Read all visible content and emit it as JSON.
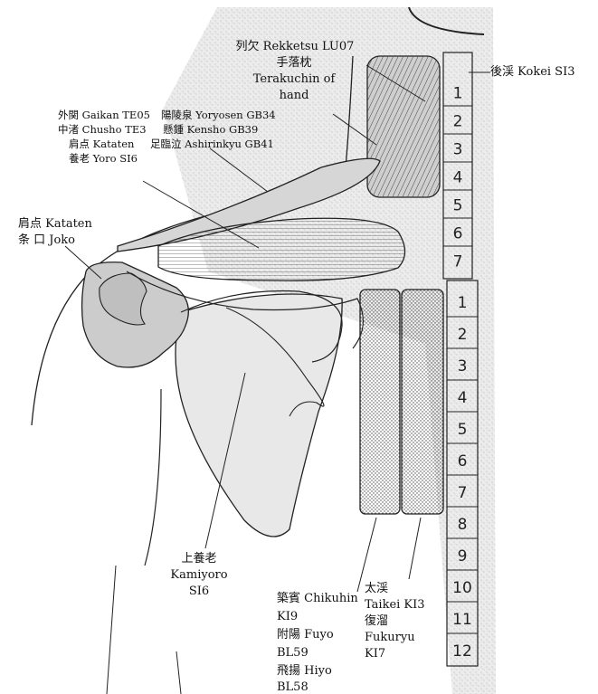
{
  "labels": {
    "rekketsu": "列欠 Rekketsu LU07",
    "teraku_jp": "手落枕",
    "teraku_en1": "Terakuchin of",
    "teraku_en2": "hand",
    "kokei": "後渓 Kokei SI3",
    "gaikan": "外関 Gaikan TE05",
    "yoryosen": "陽陵泉 Yoryosen GB34",
    "chusho": "中渚 Chusho TE3",
    "kensho": "懸鍾 Kensho GB39",
    "kataten_small": "肩点 Kataten",
    "ashirinkyu": "足臨泣 Ashirinkyu GB41",
    "yoro": "養老 Yoro SI6",
    "kataten_big": "肩点 Kataten",
    "joko": "条 口 Joko",
    "kamiyoro_jp": "上養老",
    "kamiyoro_en": "Kamiyoro",
    "kamiyoro_code": "SI6",
    "chikuhin": "築賓 Chikuhin",
    "ki9": "KI9",
    "fuyo": "附陽 Fuyo",
    "bl59": "BL59",
    "hiyo": "飛揚 Hiyo",
    "bl58": "BL58",
    "taikei_jp": "太渓",
    "taikei_en": "Taikei KI3",
    "fukuryu_jp": "復溜",
    "fukuryu_en": "Fukuryu",
    "ki7": "KI7"
  },
  "vertebrae": {
    "cervical": [
      "1",
      "2",
      "3",
      "4",
      "5",
      "6",
      "7"
    ],
    "thoracic": [
      "1",
      "2",
      "3",
      "4",
      "5",
      "6",
      "7",
      "8",
      "9",
      "10",
      "11",
      "12"
    ]
  }
}
